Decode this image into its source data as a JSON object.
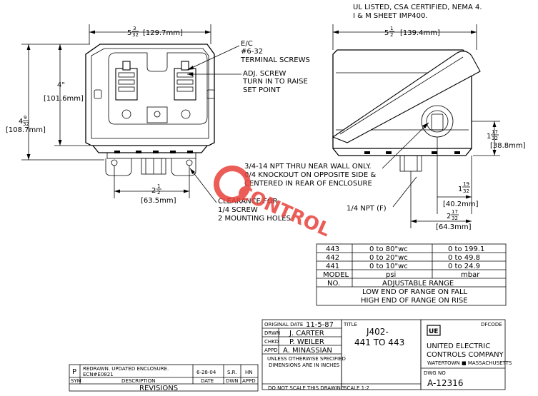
{
  "notes": {
    "line1": "UL LISTED, CSA CERTIFIED, NEMA 4.",
    "line2": "I & M SHEET IMP400."
  },
  "front_view": {
    "width_dim": "5 3/32 [129.7mm]",
    "width_whole": "5",
    "width_frac_num": "3",
    "width_frac_den": "32",
    "width_mm": "[129.7mm]",
    "height_inner": "4\"",
    "height_inner_mm": "[101.6mm]",
    "height_outer_whole": "4",
    "height_outer_num": "9",
    "height_outer_den": "32",
    "height_outer_mm": "[108.7mm]",
    "mount_whole": "2",
    "mount_num": "1",
    "mount_den": "2",
    "mount_mm": "[63.5mm]"
  },
  "callouts": {
    "terminal_1": "E/C",
    "terminal_2": "#6-32",
    "terminal_3": "TERMINAL SCREWS",
    "adj_1": "ADJ. SCREW",
    "adj_2": "TURN IN TO RAISE",
    "adj_3": "SET POINT",
    "npt_1": "3/4-14 NPT THRU NEAR WALL ONLY.",
    "npt_2": "0/4 KNOCKOUT ON OPPOSITE SIDE &",
    "npt_3": "CENTERED IN REAR OF ENCLOSURE",
    "clear_1": "CLEARANCE FOR",
    "clear_2": "1/4 SCREW",
    "clear_3": "2 MOUNTING HOLES",
    "npt_f": "1/4 NPT (F)"
  },
  "side_view": {
    "width_whole": "5",
    "width_num": "1",
    "width_den": "2",
    "width_mm": "[139.4mm]",
    "right_whole": "1",
    "right_num": "17",
    "right_den": "32",
    "right_mm": "[38.8mm]",
    "port_whole": "1",
    "port_num": "19",
    "port_den": "32",
    "port_mm": "[40.2mm]",
    "base_whole": "2",
    "base_num": "17",
    "base_den": "32",
    "base_mm": "[64.3mm]"
  },
  "watermark": "CONTROL",
  "range_table": {
    "rows": [
      {
        "model": "443",
        "psi": "0  to  80\"wc",
        "mbar": "0  to  199.1"
      },
      {
        "model": "442",
        "psi": "0  to  20\"wc",
        "mbar": "0  to  49.8"
      },
      {
        "model": "441",
        "psi": "0  to  10\"wc",
        "mbar": "0  to  24.9"
      }
    ],
    "model_label": "MODEL",
    "no_label": "NO.",
    "psi_label": "psi",
    "mbar_label": "mbar",
    "adjustable": "ADJUSTABLE  RANGE",
    "low": "LOW  END  OF  RANGE  ON  FALL",
    "high": "HIGH  END  OF  RANGE  ON  RISE"
  },
  "title_block": {
    "original_date_label": "ORIGINAL DATE",
    "original_date": "11-5-87",
    "drwn_label": "DRWN",
    "drwn": "J. CARTER",
    "chkd_label": "CHKD",
    "chkd": "P. WEILER",
    "appd_label": "APPD",
    "appd": "A. MINASSIAN",
    "tolerance_1": "UNLESS OTHERWISE SPECIFIED",
    "tolerance_2": "DIMENSIONS ARE IN INCHES",
    "no_scale": "DO NOT SCALE THIS DRAWING",
    "title_label": "TITLE",
    "title_1": "J402-",
    "title_2": "441  TO  443",
    "scale": "SCALE  1:2",
    "dfcode": "DFCODE",
    "company_1": "UNITED ELECTRIC",
    "company_2": "CONTROLS COMPANY",
    "company_3": "WATERTOWN ■ MASSACHUSETTS",
    "logo_text": "UE",
    "dwg_label": "DWG NO",
    "dwg_no": "A-12316"
  },
  "revisions": {
    "rev": "P",
    "desc_1": "REDRAWN. UPDATED ENCLOSURE.",
    "desc_2": "ECN#E0821",
    "date": "6-28-04",
    "sr": "S.R.",
    "hn": "HN",
    "h_sym": "SYM",
    "h_desc": "DESCRIPTION",
    "h_date": "DATE",
    "h_dwn": "DWN",
    "h_appd": "APPD",
    "footer": "REVISIONS"
  },
  "colors": {
    "watermark": "#e8413a",
    "line": "#000000"
  }
}
